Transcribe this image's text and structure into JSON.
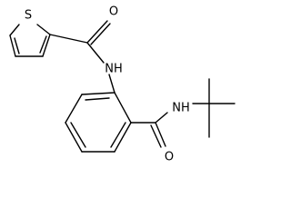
{
  "molecule": {
    "atom_labels": {
      "thiophene_sulfur": "S",
      "amide_oxygen_1": "O",
      "amide_nitrogen_1": "NH",
      "amide_nitrogen_2": "NH",
      "amide_oxygen_2": "O"
    },
    "colors": {
      "bond": "#000000",
      "label": "#000000",
      "background": "#ffffff"
    }
  }
}
